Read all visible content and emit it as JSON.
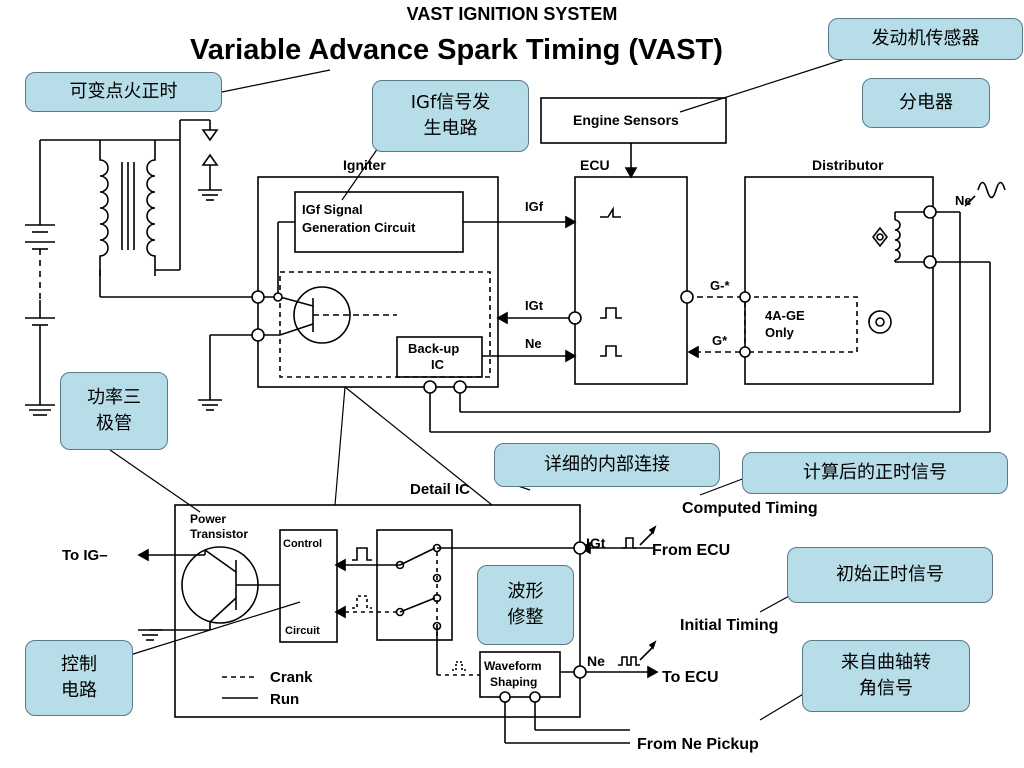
{
  "titles": {
    "main": "VAST IGNITION SYSTEM",
    "sub": "Variable Advance Spark Timing (VAST)"
  },
  "callouts": {
    "variable_timing": "可变点火正时",
    "igf_circuit": "IGf信号发\n生电路",
    "engine_sensor": "发动机传感器",
    "distributor": "分电器",
    "power_transistor": "功率三\n极管",
    "internal_connection": "详细的内部连接",
    "computed_timing_signal": "计算后的正时信号",
    "initial_timing_signal": "初始正时信号",
    "waveform_shaping": "波形\n修整",
    "control_circuit": "控制\n电路",
    "crank_signal": "来自曲轴转\n角信号"
  },
  "labels": {
    "engine_sensors": "Engine Sensors",
    "igniter": "Igniter",
    "ecu": "ECU",
    "distributor": "Distributor",
    "igf_signal": "IGf Signal",
    "generation_circuit": "Generation Circuit",
    "igf": "IGf",
    "igt": "IGt",
    "ne": "Ne",
    "gminus": "G-*",
    "gstar": "G*",
    "four_age": "4A-GE",
    "only": "Only",
    "backup": "Back-up",
    "ic": "IC",
    "ne_dist": "Ne",
    "detail_ic": "Detail IC",
    "power": "Power",
    "transistor": "Transistor",
    "to_ig": "To IG–",
    "control": "Control",
    "circuit": "Circuit",
    "computed_timing": "Computed Timing",
    "igt2": "IGt",
    "from_ecu": "From ECU",
    "initial_timing": "Initial Timing",
    "ne2": "Ne",
    "to_ecu": "To ECU",
    "waveform": "Waveform",
    "shaping": "Shaping",
    "crank": "Crank",
    "run": "Run",
    "from_ne_pickup": "From Ne Pickup"
  },
  "colors": {
    "callout_fill": "#b7dde8",
    "callout_border": "#5a7a88",
    "line": "#000000"
  }
}
